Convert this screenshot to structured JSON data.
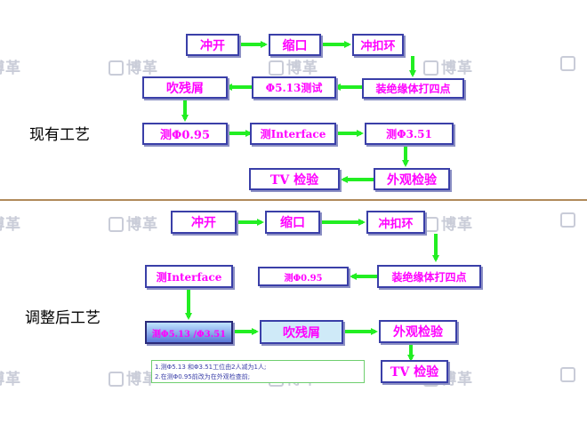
{
  "watermark_text": "博革",
  "before": {
    "label": "现有工艺",
    "steps": [
      "冲开",
      "缩口",
      "冲扣环",
      "装绝缘体打四点",
      "Φ5.13测试",
      "吹残屑",
      "测Φ0.95",
      "测Interface",
      "测Φ3.51",
      "外观检验",
      "TV 检验"
    ]
  },
  "after": {
    "label": "调整后工艺",
    "steps": [
      "冲开",
      "缩口",
      "冲扣环",
      "装绝缘体打四点",
      "测Φ0.95",
      "测Interface",
      "测Φ5.13 /Φ3.51",
      "吹残屑",
      "外观检验",
      "TV 检验"
    ]
  },
  "note": {
    "line1": "1.测Φ5.13 和Φ3.51工位由2人减为1人;",
    "line2": "2.在测Φ0.95前改为在外观检查前;"
  },
  "colors": {
    "arrow": "#22ee22",
    "box_text": "#ff00ff",
    "box_border": "#3a3fa8"
  }
}
